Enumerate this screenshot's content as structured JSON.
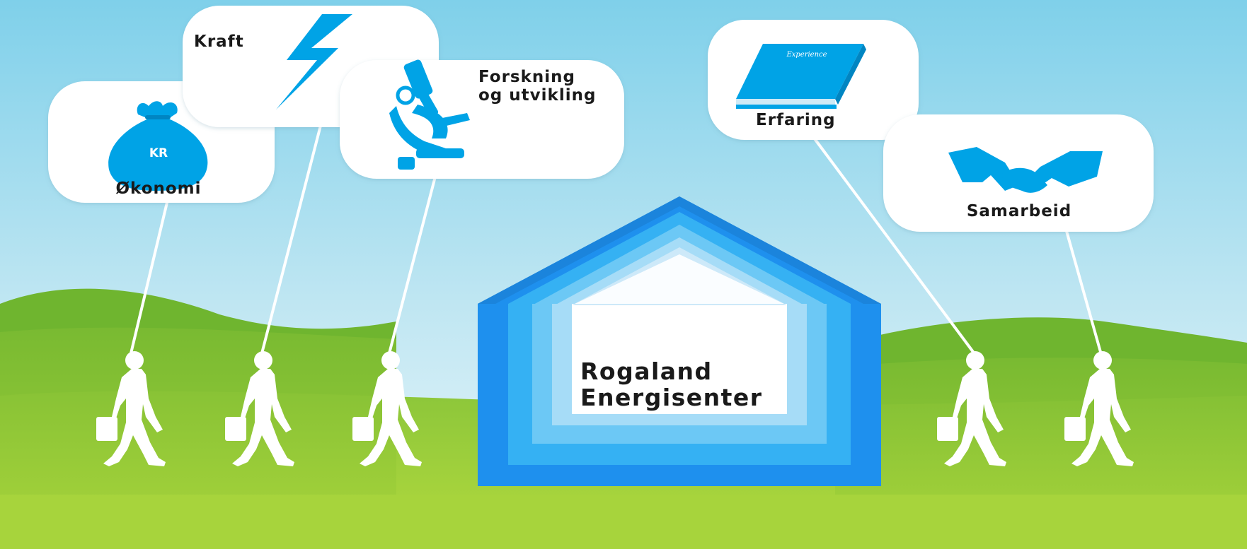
{
  "bubbles": {
    "okonomi": {
      "label": "Økonomi",
      "icon": "money-bag-icon",
      "icon_text": "KR"
    },
    "kraft": {
      "label": "Kraft",
      "icon": "lightning-icon"
    },
    "forskning": {
      "label_line1": "Forskning",
      "label_line2": "og utvikling",
      "icon": "microscope-icon"
    },
    "erfaring": {
      "label": "Erfaring",
      "icon": "book-icon",
      "icon_text": "Experience"
    },
    "samarbeid": {
      "label": "Samarbeid",
      "icon": "handshake-icon"
    }
  },
  "house": {
    "line1": "Rogaland",
    "line2": "Energisenter"
  },
  "people_count": 5,
  "colors": {
    "accent_blue": "#00a3e6",
    "sky_top": "#7fd0ea",
    "sky_bottom": "#eaf7fb",
    "grass_light": "#a6d23c",
    "grass_dark": "#73b62e"
  }
}
